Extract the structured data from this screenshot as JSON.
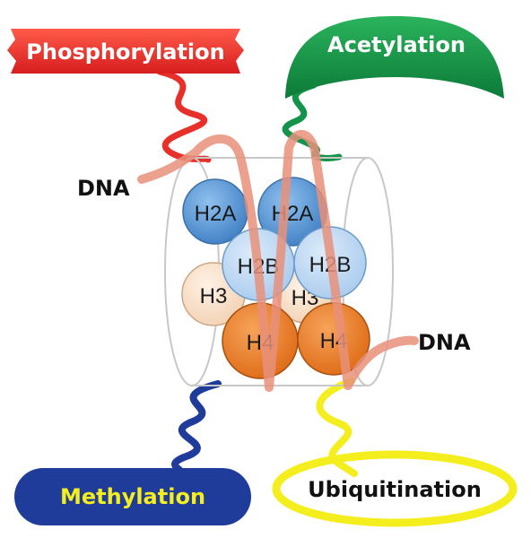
{
  "modifications": {
    "phosphorylation": "Phosphorylation",
    "acetylation": "Acetylation",
    "methylation": "Methylation",
    "ubiquitination": "Ubiquitination"
  },
  "dna_labels": {
    "left": "DNA",
    "right": "DNA"
  },
  "histones": {
    "h2a_left": "H2A",
    "h2a_right": "H2A",
    "h2b_left": "H2B",
    "h2b_right": "H2B",
    "h3_left": "H3",
    "h3_right": "H3",
    "h4_left": "H4",
    "h4_right": "H4"
  },
  "colors": {
    "phosphorylation": "#e8302a",
    "acetylation": "#13944a",
    "methylation": "#1f3c9b",
    "ubiquitination": "#f5ee1e",
    "dna": "#e8907a",
    "h2a": "#4f8fd0",
    "h2b": "#b9d6f0",
    "h3": "#f7dfc8",
    "h4": "#ea7b20"
  }
}
